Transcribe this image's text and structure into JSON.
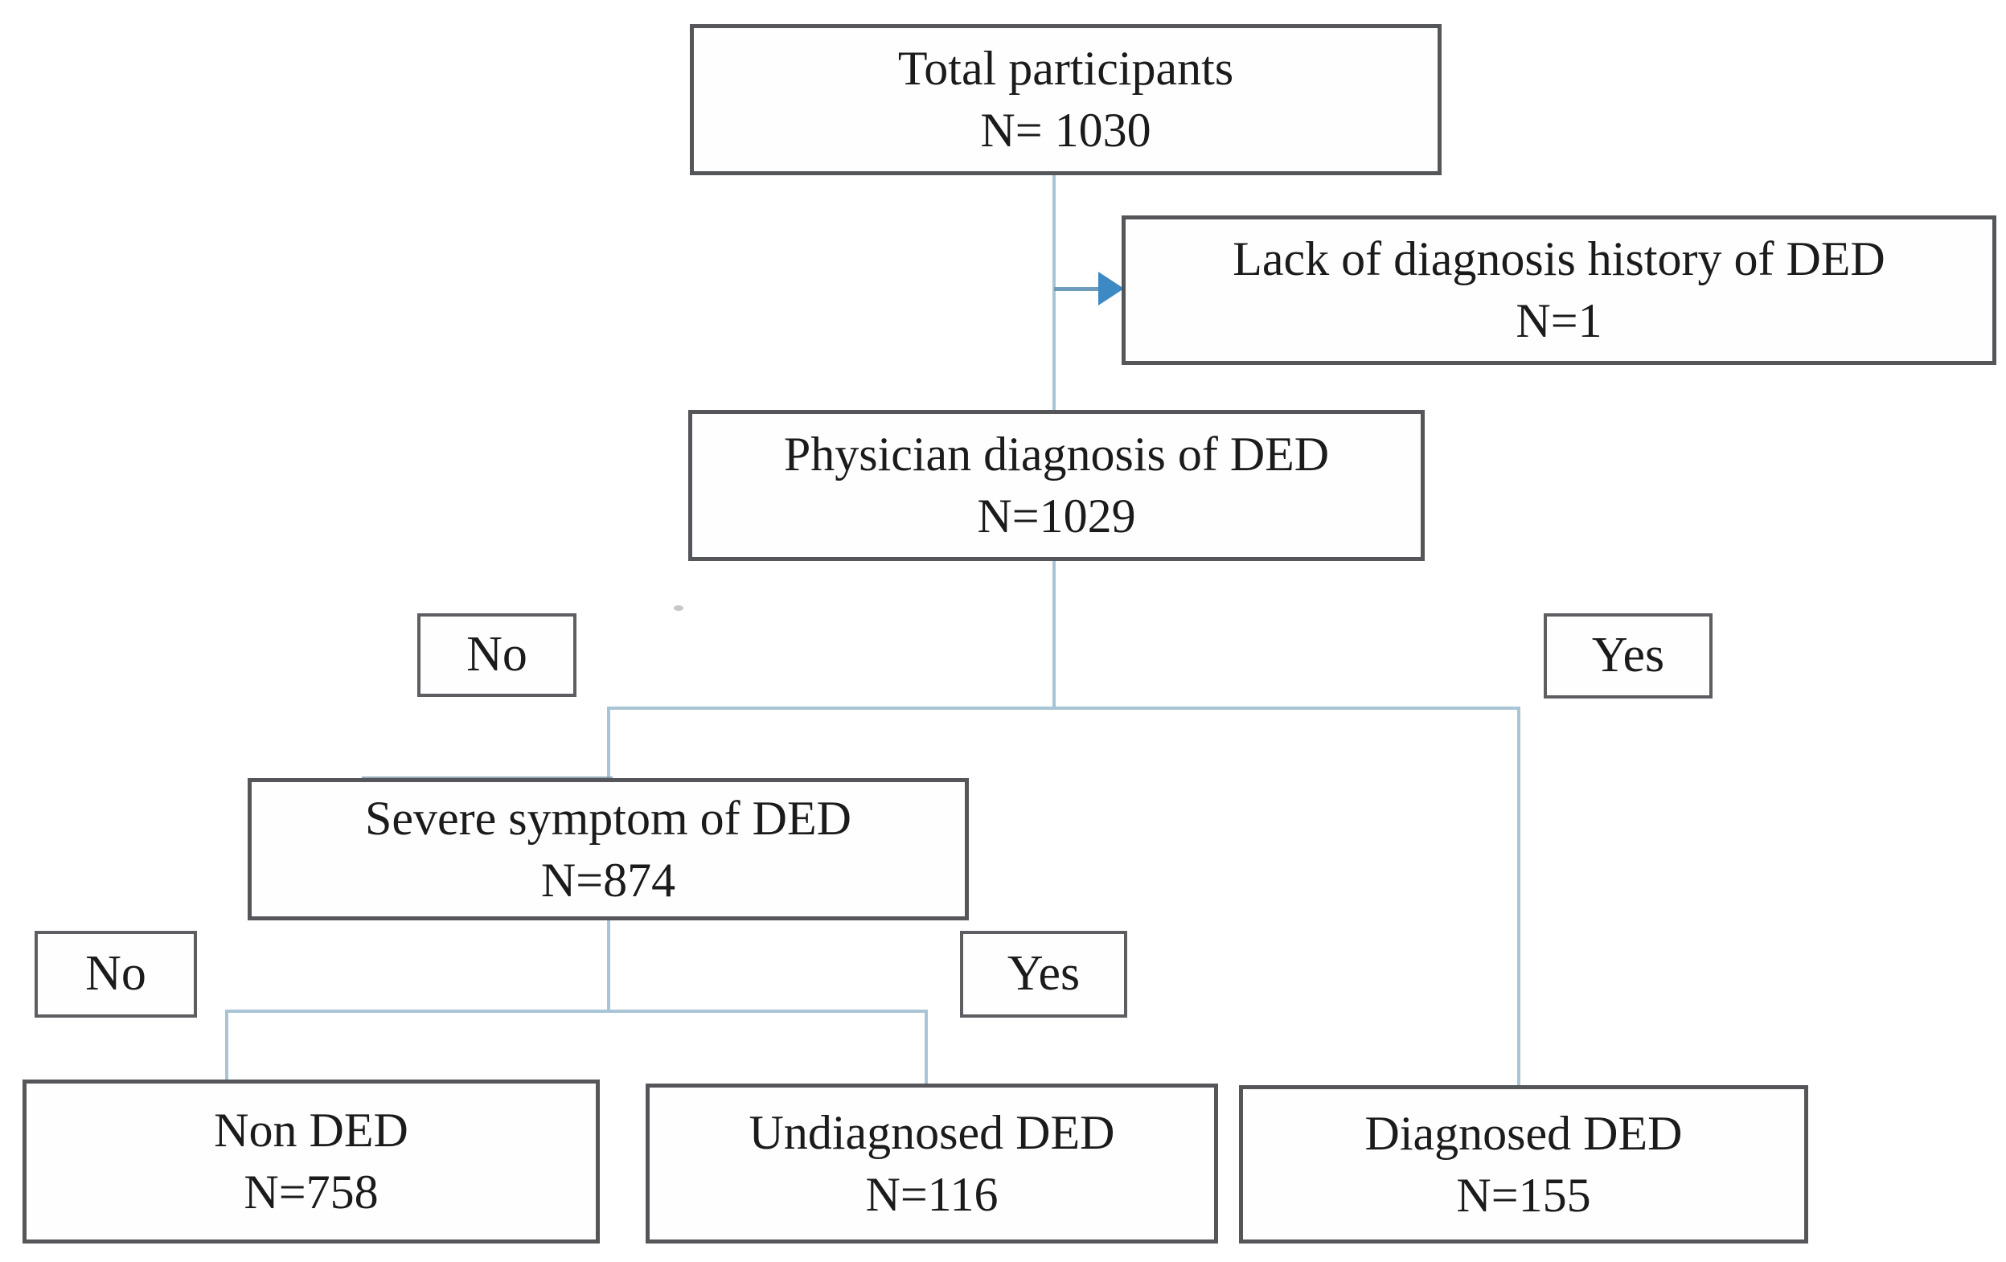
{
  "diagram": {
    "nodes": {
      "total": {
        "label": "Total participants",
        "count": "N= 1030"
      },
      "lack": {
        "label": "Lack of diagnosis history of DED",
        "count": "N=1"
      },
      "physician": {
        "label": "Physician diagnosis of DED",
        "count": "N=1029"
      },
      "branch_no_1": {
        "label": "No"
      },
      "branch_yes_1": {
        "label": "Yes"
      },
      "severe": {
        "label": "Severe symptom of DED",
        "count": "N=874"
      },
      "branch_no_2": {
        "label": "No"
      },
      "branch_yes_2": {
        "label": "Yes"
      },
      "non_ded": {
        "label": "Non DED",
        "count": "N=758"
      },
      "undiagnosed": {
        "label": "Undiagnosed DED",
        "count": "N=116"
      },
      "diagnosed": {
        "label": "Diagnosed DED",
        "count": "N=155"
      }
    },
    "colors": {
      "connector": "#a9c5d5",
      "arrow_stem": "#6f9cba",
      "arrowhead": "#3d89c3",
      "box_border": "#55565a",
      "text": "#1b1b1b",
      "background": "#ffffff"
    }
  }
}
